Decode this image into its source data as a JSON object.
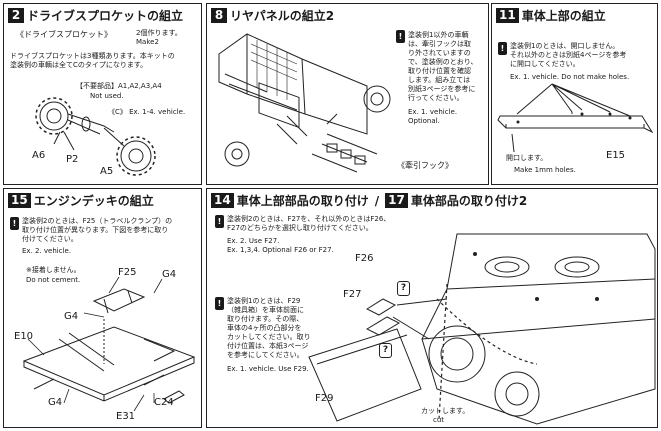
{
  "p2": {
    "num": "2",
    "title": "ドライブスプロケットの組立",
    "subtitle": "《ドライブスプロケット》",
    "make": "2個作ります。",
    "make_en": "Make2",
    "note1": "ドライブスプロケットは3種類あります。本キットの",
    "note2": "塗装例の車輌は全てCのタイプになります。",
    "unused_title": "【不要部品】A1,A2,A3,A4",
    "unused_en": "Not used.",
    "c_label": "《C》 Ex. 1-4. vehicle.",
    "parts": [
      "A6",
      "P2",
      "A5"
    ]
  },
  "p8": {
    "num": "8",
    "title": "リヤパネルの組立2",
    "note": [
      "塗装例1以外の車輌",
      "は、牽引フックは取",
      "り外されていますの",
      "で、塗装例のとおり、",
      "取り付け位置を確認",
      "します。組み立ては",
      "別紙3ページを参考に",
      "行ってください。"
    ],
    "ex": [
      "Ex. 1. vehicle.",
      "Optional."
    ],
    "hook": "《牽引フック》"
  },
  "p11": {
    "num": "11",
    "title": "車体上部の組立",
    "note": [
      "塗装例1のときは、開口しません。",
      "それ以外のときは別紙4ページを参考",
      "に開口してください。"
    ],
    "ex": "Ex. 1. vehicle. Do not make holes.",
    "hole": "開口します。",
    "hole_en": "Make 1mm holes.",
    "part": "E15"
  },
  "p15": {
    "num": "15",
    "title": "エンジンデッキの組立",
    "note": [
      "塗装例2のときは、F25（トラベルクランプ）の",
      "取り付け位置が異なります。下図を参考に取り",
      "付けてください。"
    ],
    "ex": "Ex. 2. vehicle.",
    "no_cement": "※接着しません。",
    "no_cement_en": "Do not cement.",
    "parts": [
      "F25",
      "G4",
      "G4",
      "E10",
      "G4",
      "C24",
      "E31"
    ]
  },
  "p14": {
    "num1": "14",
    "title1": "車体上部部品の取り付け",
    "slash": "/",
    "num2": "17",
    "title2": "車体部品の取り付け2",
    "note_a": [
      "塗装例2のときは、F27を、それ以外のときはF26、",
      "F27のどちらかを選択し取り付けてください。"
    ],
    "ex_a": [
      "Ex. 2. Use F27.",
      "Ex. 1,3,4. Optional F26 or F27."
    ],
    "note_b": [
      "塗装例1のときは、F29",
      "（雑具箱）を車体前面に",
      "取り付けます。その際、",
      "車体の4ヶ所の凸部分を",
      "カットしてください。取り",
      "付け位置は、本紙3ページ",
      "を参考にしてください。"
    ],
    "ex_b": "Ex. 1. vehicle. Use F29.",
    "cut": "カットします。",
    "cut_en": "cut",
    "parts": [
      "F26",
      "F27",
      "F29"
    ],
    "q": "?"
  }
}
